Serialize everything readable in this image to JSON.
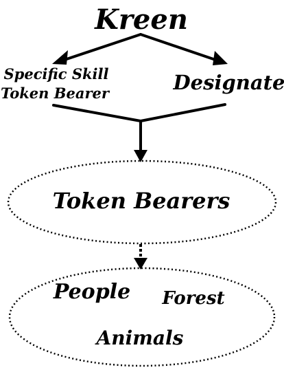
{
  "diagram": {
    "root": {
      "label": "Kreen"
    },
    "branches": {
      "left_line1": "Specific Skill",
      "left_line2": "Token Bearer",
      "right": "Designate"
    },
    "middle": {
      "label": "Token Bearers"
    },
    "bottom": {
      "item1": "People",
      "item2": "Forest",
      "item3": "Animals"
    },
    "colors": {
      "stroke": "#000000",
      "background": "#ffffff"
    }
  }
}
